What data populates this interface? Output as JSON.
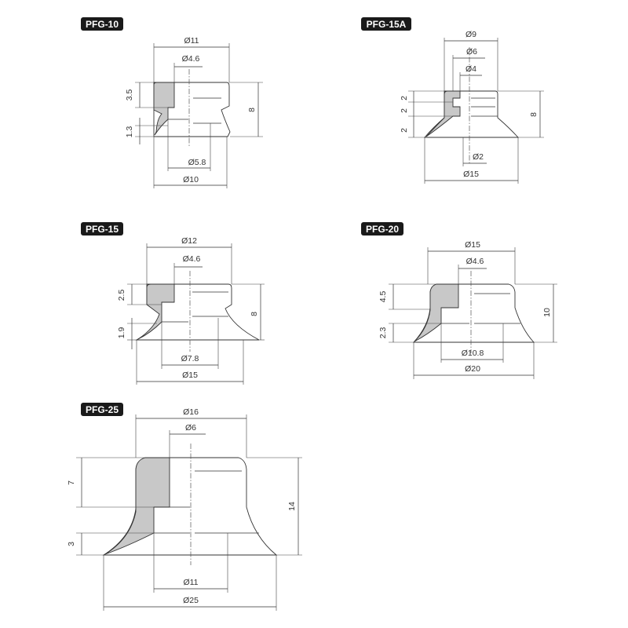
{
  "parts": [
    {
      "model": "PFG-10",
      "dims": {
        "top_diameter": "Ø11",
        "hole_diameter": "Ø4.6",
        "upper_height": "3.5",
        "lip_height": "1.3",
        "total_height": "8",
        "inner_diameter": "Ø5.8",
        "bottom_diameter": "Ø10"
      }
    },
    {
      "model": "PFG-15A",
      "dims": {
        "top_diameter": "Ø9",
        "mid_diameter": "Ø6",
        "hole_diameter": "Ø4",
        "upper_height_a": "2",
        "upper_height_b": "2",
        "lip_height": "2",
        "total_height": "8",
        "inner_diameter": "Ø2",
        "bottom_diameter": "Ø15"
      }
    },
    {
      "model": "PFG-15",
      "dims": {
        "top_diameter": "Ø12",
        "hole_diameter": "Ø4.6",
        "upper_height": "2.5",
        "lip_height": "1.9",
        "total_height": "8",
        "inner_diameter": "Ø7.8",
        "bottom_diameter": "Ø15"
      }
    },
    {
      "model": "PFG-20",
      "dims": {
        "top_diameter": "Ø15",
        "hole_diameter": "Ø4.6",
        "upper_height": "4.5",
        "lip_height": "2.3",
        "total_height": "10",
        "inner_diameter": "Ø10.8",
        "bottom_diameter": "Ø20"
      }
    },
    {
      "model": "PFG-25",
      "dims": {
        "top_diameter": "Ø16",
        "hole_diameter": "Ø6",
        "upper_height": "7",
        "lip_height": "3",
        "total_height": "14",
        "inner_diameter": "Ø11",
        "bottom_diameter": "Ø25"
      }
    }
  ]
}
